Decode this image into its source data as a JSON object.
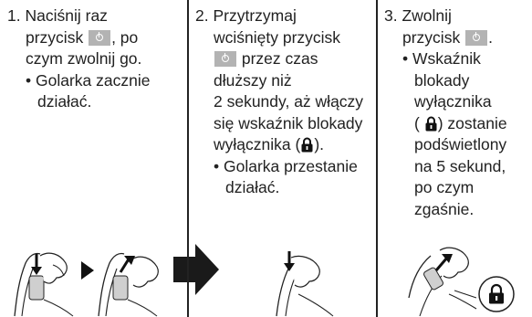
{
  "steps": [
    {
      "number": "1.",
      "lines": [
        "Naciśnij raz",
        "przycisk",
        ", po",
        "czym zwolnij go."
      ],
      "bullet": "• Golarka zacznie",
      "bullet_cont": "działać."
    },
    {
      "number": "2.",
      "lines": [
        "Przytrzymaj",
        "wciśnięty przycisk",
        "przez czas",
        "dłuższy niż",
        "2 sekundy, aż włączy",
        "się wskaźnik blokady",
        "wyłącznika (",
        ")."
      ],
      "bullet": "• Golarka przestanie",
      "bullet_cont": "działać."
    },
    {
      "number": "3.",
      "lines": [
        "Zwolnij",
        "przycisk",
        "."
      ],
      "bullet": "• Wskaźnik",
      "bullet_cont": [
        "blokady",
        "wyłącznika",
        "(",
        ") zostanie",
        "podświetlony",
        "na 5 sekund,",
        "po czym",
        "zgaśnie."
      ]
    }
  ],
  "icons": {
    "power_button": "power-button-icon",
    "lock": "lock-icon"
  },
  "colors": {
    "button_gray": "#b3b3b3",
    "text": "#222222",
    "arrow": "#222222"
  }
}
